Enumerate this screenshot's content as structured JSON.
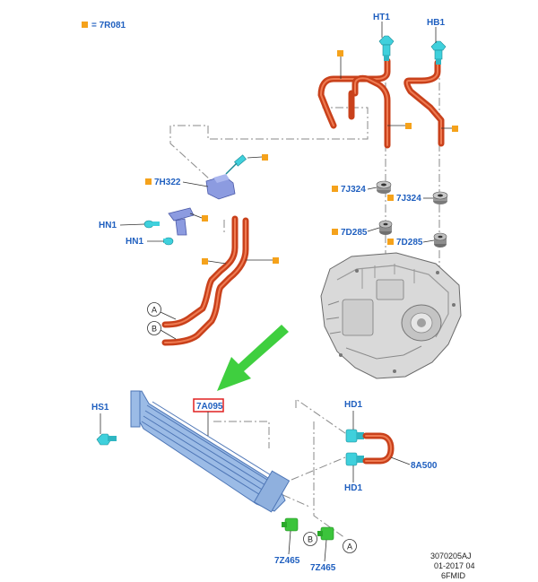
{
  "legend": {
    "marker_color": "#f5a21b",
    "text": "= 7R081"
  },
  "labels": {
    "ht1": "HT1",
    "hb1": "HB1",
    "h7j324_left": "7J324",
    "h7j324_right": "7J324",
    "h7d285_left": "7D285",
    "h7d285_right": "7D285",
    "h7h322": "7H322",
    "hn1_top": "HN1",
    "hn1_bottom": "HN1",
    "hs1": "HS1",
    "h7a095": "7A095",
    "hd1_top": "HD1",
    "hd1_bottom": "HD1",
    "h8a500": "8A500",
    "h7z465_left": "7Z465",
    "h7z465_right": "7Z465"
  },
  "circles": {
    "a_top": "A",
    "b_top": "B",
    "a_bottom": "A",
    "b_bottom": "B"
  },
  "footer": {
    "line1": "3070205AJ",
    "line2": "01-2017 04",
    "line3": "6FMID"
  },
  "colors": {
    "label_blue": "#1f5fbf",
    "hose_orange": "#c9411b",
    "marker_orange": "#f5a21b",
    "fitting_cyan": "#3fd0dc",
    "clip_green": "#3cc43c",
    "cooler_blue": "#7fa7d8",
    "arrow_green": "#3fcf3f",
    "highlight_red": "#e02020"
  },
  "icons": {
    "arrow": "green-arrow-icon",
    "fitting": "hose-fitting-icon",
    "marker": "orange-square-marker-icon"
  }
}
